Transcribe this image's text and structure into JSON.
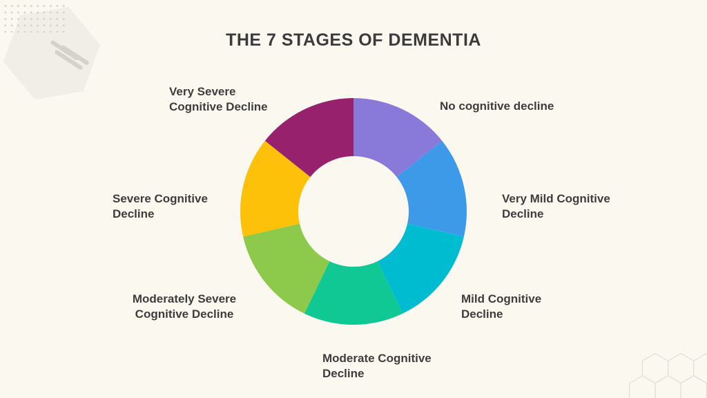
{
  "title": "THE 7 STAGES OF DEMENTIA",
  "theme": {
    "background": "#FBF8F0",
    "title_color": "#3B3B3B",
    "label_color": "#3D3D3D",
    "decoration_shape_color": "#F0EEE7",
    "decoration_line_color": "#D5D2CA",
    "honeycomb_line_color": "#E3E1D9"
  },
  "chart_data": {
    "type": "pie",
    "variant": "donut",
    "title": "THE 7 STAGES OF DEMENTIA",
    "direction": "clockwise",
    "start_angle_deg": 0,
    "inner_radius_ratio": 0.49,
    "legend_position": "labels-around-chart",
    "segments": [
      {
        "label": "No cognitive decline",
        "value": 1,
        "fraction": 0.1429,
        "color": "#8979D9"
      },
      {
        "label": "Very Mild Cognitive Decline",
        "value": 1,
        "fraction": 0.1429,
        "color": "#3D9AE9"
      },
      {
        "label": "Mild Cognitive Decline",
        "value": 1,
        "fraction": 0.1429,
        "color": "#00BCD1"
      },
      {
        "label": "Moderate Cognitive Decline",
        "value": 1,
        "fraction": 0.1429,
        "color": "#0FC893"
      },
      {
        "label": "Moderately Severe Cognitive Decline",
        "value": 1,
        "fraction": 0.1429,
        "color": "#8DC94B"
      },
      {
        "label": "Severe Cognitive Decline",
        "value": 1,
        "fraction": 0.1429,
        "color": "#FDC10A"
      },
      {
        "label": "Very Severe Cognitive Decline",
        "value": 1,
        "fraction": 0.1429,
        "color": "#97216D"
      }
    ]
  }
}
